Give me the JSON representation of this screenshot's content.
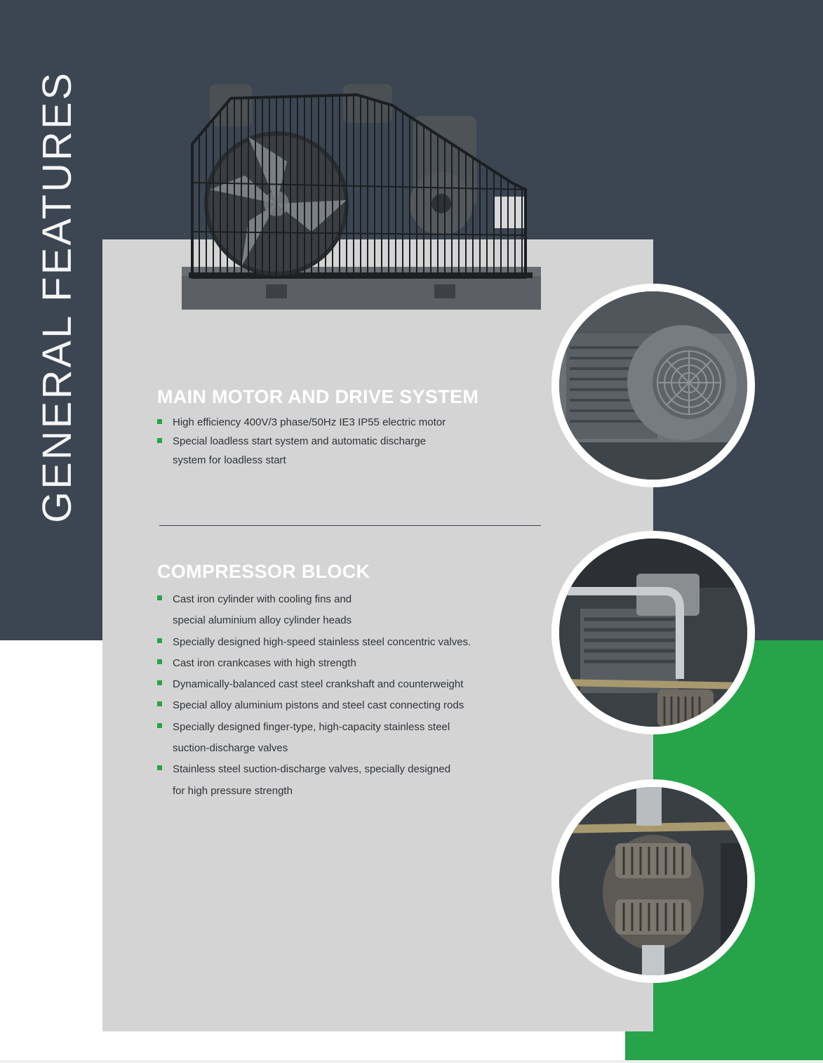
{
  "page": {
    "vertical_title": "GENERAL FEATURES",
    "colors": {
      "dark": "#3b4652",
      "panel": "#d4d4d5",
      "accent_green": "#27a34a",
      "white": "#ffffff"
    }
  },
  "sections": {
    "motor": {
      "title": "MAIN MOTOR AND DRIVE SYSTEM",
      "items": [
        "High efficiency 400V/3 phase/50Hz IE3 IP55 electric motor",
        "Special loadless start system and automatic discharge\nsystem for loadless start"
      ]
    },
    "compressor": {
      "title": "COMPRESSOR BLOCK",
      "items": [
        "Cast iron cylinder with cooling fins and\nspecial aluminium alloy cylinder heads",
        "Specially designed high-speed stainless steel concentric valves.",
        "Cast iron crankcases with high strength",
        "Dynamically-balanced cast steel crankshaft and counterweight",
        "Special alloy aluminium pistons and steel cast connecting rods",
        "Specially designed finger-type, high-capacity stainless steel\nsuction-discharge valves",
        "Stainless steel suction-discharge valves, specially designed\nfor high pressure strength"
      ]
    }
  },
  "images": {
    "hero": "compressor-unit-photo",
    "circles": [
      "electric-motor-photo",
      "cylinder-head-photo",
      "valve-plate-photo"
    ]
  }
}
